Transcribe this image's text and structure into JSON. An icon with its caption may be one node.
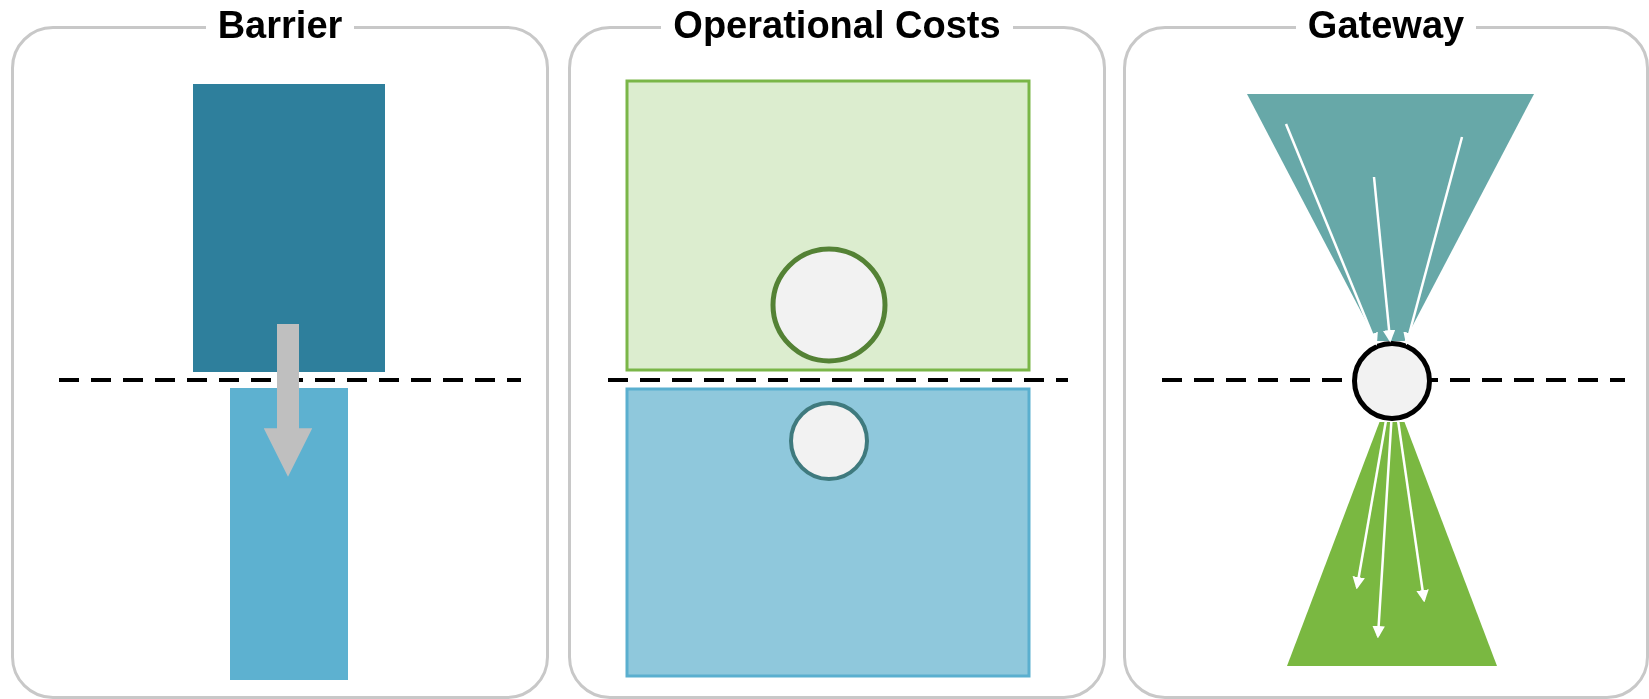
{
  "diagram": {
    "nodes": [
      {
        "text": [
          "Barrier"
        ]
      },
      {
        "text": [],
        "shape": "box",
        "in": 0
      },
      {
        "text": [],
        "shape": "box",
        "in": 0
      },
      {
        "text": [
          "Operational Costs"
        ]
      },
      {
        "text": [
          "Gateway"
        ]
      },
      {
        "text": [],
        "shape": "triangle",
        "in": 4
      },
      {
        "text": [],
        "shape": "circle",
        "in": 4
      },
      {
        "text": [],
        "shape": "triangle",
        "in": 4
      }
    ],
    "edges": [
      {
        "from": 1,
        "to": 2,
        "arrow": "to",
        "style": "thick",
        "color": "#bfbfbf"
      },
      {
        "from": 5,
        "to": 6,
        "arrow": "to"
      },
      {
        "from": 5,
        "to": 6,
        "arrow": "to"
      },
      {
        "from": 5,
        "to": 6,
        "arrow": "to"
      },
      {
        "from": 6,
        "to": 7,
        "arrow": "to"
      },
      {
        "from": 6,
        "to": 7,
        "arrow": "to"
      },
      {
        "from": 6,
        "to": 7,
        "arrow": "to"
      }
    ]
  }
}
